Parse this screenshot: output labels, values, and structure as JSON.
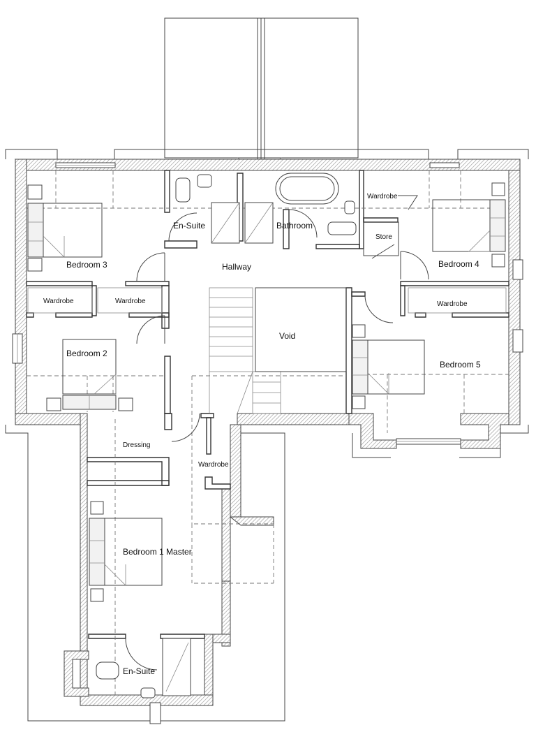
{
  "plan": {
    "rooms": {
      "bedroom3": "Bedroom 3",
      "bedroom4": "Bedroom 4",
      "bedroom2": "Bedroom 2",
      "bedroom5": "Bedroom 5",
      "bedroom1": "Bedroom 1 Master",
      "ensuite_top": "En-Suite",
      "ensuite_bottom": "En-Suite",
      "bathroom": "Bathroom",
      "hallway": "Hallway",
      "void": "Void",
      "store": "Store",
      "dressing": "Dressing"
    },
    "wardrobes": {
      "top_right": "Wardrobe",
      "bed3_left": "Wardrobe",
      "bed3_right": "Wardrobe",
      "bed5": "Wardrobe",
      "master": "Wardrobe"
    }
  }
}
